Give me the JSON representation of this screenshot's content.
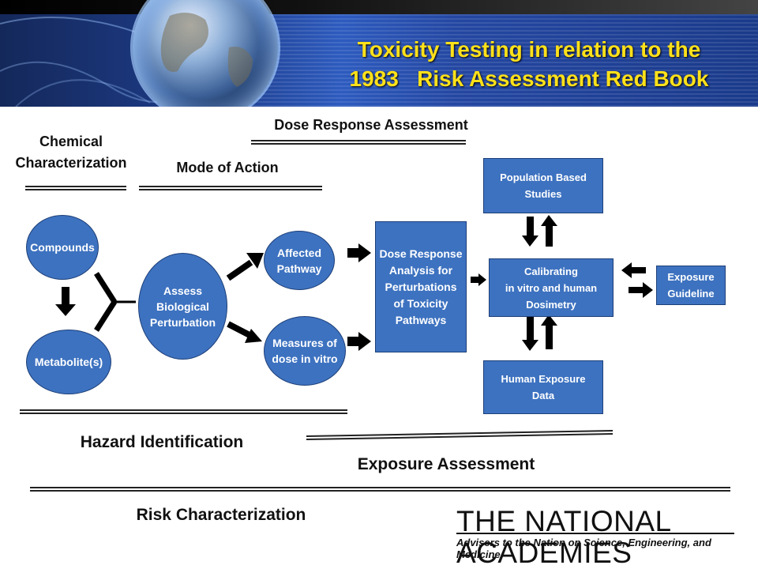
{
  "title": {
    "line1": "Toxicity Testing in relation to the",
    "line2": "1983   Risk Assessment Red Book"
  },
  "stages": {
    "chemical_characterization": {
      "line1": "Chemical",
      "line2": "Characterization"
    },
    "mode_of_action": "Mode of Action",
    "dose_response_assessment": "Dose Response Assessment",
    "hazard_identification": "Hazard Identification",
    "exposure_assessment": "Exposure Assessment",
    "risk_characterization": "Risk Characterization"
  },
  "nodes": {
    "compounds": "Compounds",
    "metabolites": "Metabolite(s)",
    "assess": {
      "line1": "Assess",
      "line2": "Biological",
      "line3": "Perturbation"
    },
    "affected_pathway": {
      "line1": "Affected",
      "line2": "Pathway"
    },
    "measures_dose": {
      "line1": "Measures of",
      "line2": "dose in vitro"
    },
    "dose_response_analysis": {
      "line1": "Dose Response",
      "line2": "Analysis for",
      "line3": "Perturbations",
      "line4": "of Toxicity",
      "line5": "Pathways"
    },
    "population_studies": {
      "line1": "Population Based",
      "line2": "Studies"
    },
    "calibrating": {
      "line1": "Calibrating",
      "line2": "in vitro and human",
      "line3": "Dosimetry"
    },
    "human_exposure": {
      "line1": "Human Exposure",
      "line2": "Data"
    },
    "exposure_guideline": {
      "line1": "Exposure",
      "line2": "Guideline"
    }
  },
  "logo": {
    "name": "THE NATIONAL ACADEMIES",
    "tagline": "Advisers to the Nation on Science, Engineering, and Medicine"
  },
  "colors": {
    "node_fill": "#3d72c0",
    "title_text": "#ffe11a",
    "banner": "#1f3f8f"
  }
}
